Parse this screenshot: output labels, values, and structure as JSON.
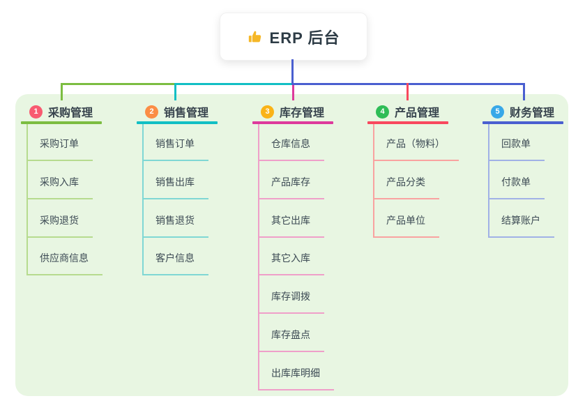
{
  "root": {
    "label": "ERP 后台",
    "icon": "thumbs-up-icon",
    "icon_color": "#f5b727",
    "stem_color": "#4a5fd0"
  },
  "canvas": {
    "background": "#ffffff",
    "panel_background": "#e8f6e2",
    "text_color": "#3c4a54"
  },
  "branches": [
    {
      "index": "1",
      "label": "采购管理",
      "badge_color": "#f85a70",
      "line_color": "#7cbd41",
      "child_line_color": "#b6db8e",
      "children": [
        "采购订单",
        "采购入库",
        "采购退货",
        "供应商信息"
      ]
    },
    {
      "index": "2",
      "label": "销售管理",
      "badge_color": "#fb8d45",
      "line_color": "#12bfc4",
      "child_line_color": "#7fd7d4",
      "children": [
        "销售订单",
        "销售出库",
        "销售退货",
        "客户信息"
      ]
    },
    {
      "index": "3",
      "label": "库存管理",
      "badge_color": "#fab317",
      "line_color": "#dd3a9c",
      "child_line_color": "#ef9fc9",
      "children": [
        "仓库信息",
        "产品库存",
        "其它出库",
        "其它入库",
        "库存调拨",
        "库存盘点",
        "出库库明细"
      ]
    },
    {
      "index": "4",
      "label": "产品管理",
      "badge_color": "#2fbd57",
      "line_color": "#f8485e",
      "child_line_color": "#f9a2a0",
      "children": [
        "产品（物料）",
        "产品分类",
        "产品单位"
      ]
    },
    {
      "index": "5",
      "label": "财务管理",
      "badge_color": "#38a8e8",
      "line_color": "#4a5fd0",
      "child_line_color": "#a0b1e6",
      "children": [
        "回款单",
        "付款单",
        "结算账户"
      ]
    }
  ]
}
